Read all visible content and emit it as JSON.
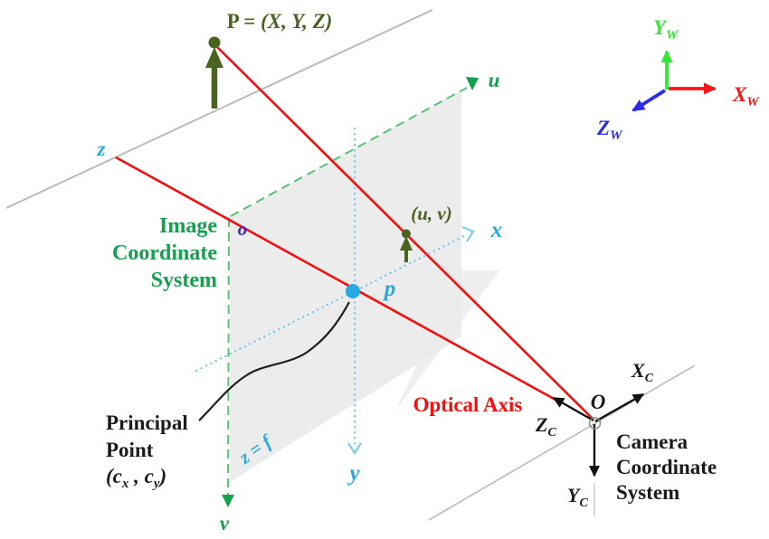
{
  "figure": {
    "labels": {
      "point_p": {
        "prefix": "P = ",
        "coords": "(X, Y, Z)"
      },
      "z_cam": "z",
      "o_origin": "o",
      "p_principal": "p",
      "x_cam": "x",
      "y_cam": "y",
      "u_img": "u",
      "v_img": "v",
      "z_equals_f": "z = f",
      "uv_point": "(u, v)",
      "optical_axis": "Optical Axis",
      "image_cs": [
        "Image",
        "Coordinate",
        "System"
      ],
      "camera_cs": [
        "Camera",
        "Coordinate",
        "System"
      ],
      "principal_point": {
        "line1": "Principal",
        "line2": "Point",
        "c1": "(c",
        "s1": "x",
        "c2": " , c",
        "s2": "y",
        "c3": ")"
      },
      "camera_origin": "O",
      "camera_axes": {
        "x": {
          "main": "X",
          "sub": "C"
        },
        "y": {
          "main": "Y",
          "sub": "C"
        },
        "z": {
          "main": "Z",
          "sub": "C"
        }
      },
      "world_axes": {
        "x": {
          "main": "X",
          "sub": "W"
        },
        "y": {
          "main": "Y",
          "sub": "W"
        },
        "z": {
          "main": "Z",
          "sub": "W"
        }
      }
    },
    "colors": {
      "projection_ray_red": "#F50F0F",
      "camera_frame_cyan": "#29A9E1",
      "dotted_axis_cyan": "#7ECBF2",
      "image_frame_green": "#12A14D",
      "dashed_axis_green": "#58C078",
      "scene_point_dark_green": "#4A6320",
      "image_origin_blue": "#2B2BD6",
      "world_x_red": "#FC1414",
      "world_y_green": "#33E833",
      "world_z_blue": "#2A2AF0",
      "text_black": "#1B1B1B",
      "construction_gray": "#BBBBBB",
      "image_plane_fill": "#ECECEC"
    }
  }
}
